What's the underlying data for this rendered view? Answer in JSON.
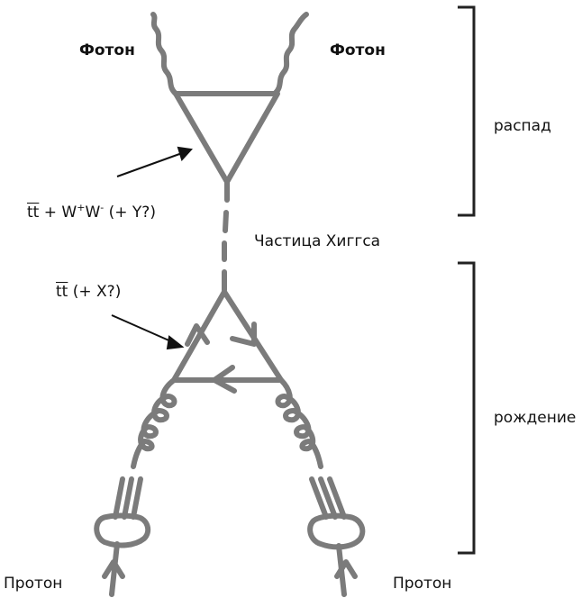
{
  "labels": {
    "photon_left": "Фотон",
    "photon_right": "Фотон",
    "higgs": "Частица Хиггса",
    "decay": "распад",
    "production": "рождение",
    "proton_left": "Протон",
    "proton_right": "Протон"
  },
  "decay_loop_label": {
    "tt": "tt",
    "w_plus_part": " + W",
    "plus_sup": "+",
    "w_minus_part": "W",
    "minus_sup": "-",
    "tail": " (+ Y?)"
  },
  "production_loop_label": {
    "tt": "tt",
    "tail": " (+ X?)"
  },
  "colors": {
    "line": "#7b7b7b",
    "text": "#111111",
    "bracket": "#222222"
  }
}
